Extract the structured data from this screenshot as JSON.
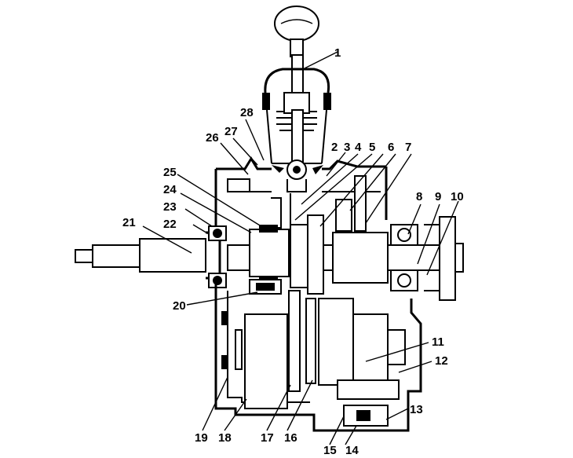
{
  "diagram": {
    "labels": [
      "1",
      "2",
      "3",
      "4",
      "5",
      "6",
      "7",
      "8",
      "9",
      "10",
      "11",
      "12",
      "13",
      "14",
      "15",
      "16",
      "17",
      "18",
      "19",
      "20",
      "21",
      "22",
      "23",
      "24",
      "25",
      "26",
      "27",
      "28"
    ]
  }
}
